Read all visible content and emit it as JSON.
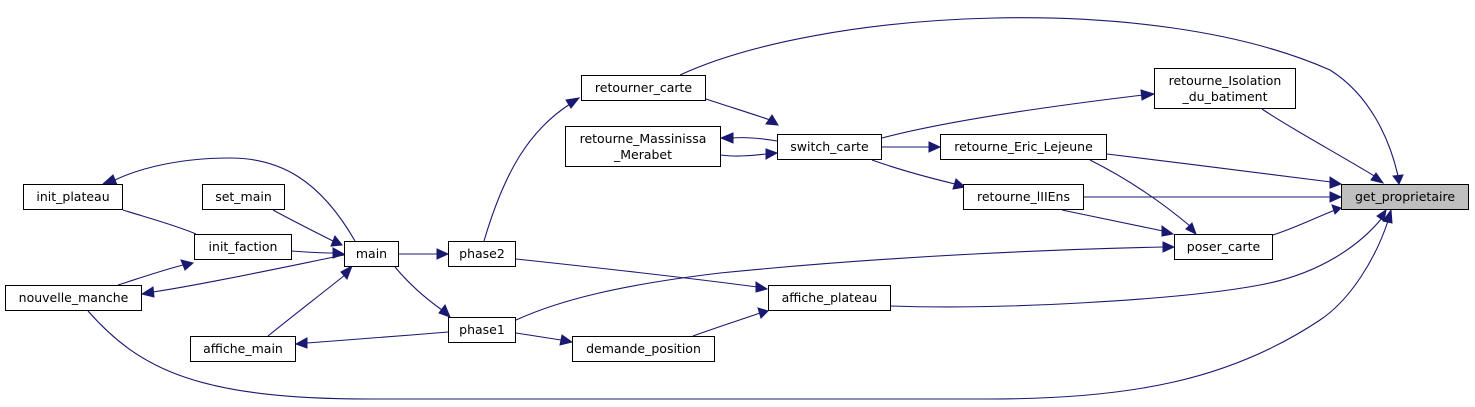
{
  "graph": {
    "nodes": {
      "get_proprietaire": {
        "label": "get_proprietaire",
        "root": true
      },
      "retourner_carte": {
        "label": "retourner_carte"
      },
      "retourne_isolation": {
        "label": "retourne_Isolation\n_du_batiment"
      },
      "retourne_massinissa": {
        "label": "retourne_Massinissa\n_Merabet"
      },
      "switch_carte": {
        "label": "switch_carte"
      },
      "retourne_eric": {
        "label": "retourne_Eric_Lejeune"
      },
      "retourne_liiens": {
        "label": "retourne_lIIEns"
      },
      "init_plateau": {
        "label": "init_plateau"
      },
      "set_main": {
        "label": "set_main"
      },
      "init_faction": {
        "label": "init_faction"
      },
      "main": {
        "label": "main"
      },
      "phase2": {
        "label": "phase2"
      },
      "poser_carte": {
        "label": "poser_carte"
      },
      "nouvelle_manche": {
        "label": "nouvelle_manche"
      },
      "affiche_plateau": {
        "label": "affiche_plateau"
      },
      "phase1": {
        "label": "phase1"
      },
      "affiche_main": {
        "label": "affiche_main"
      },
      "demande_position": {
        "label": "demande_position"
      }
    },
    "edges": [
      [
        "retourner_carte",
        "get_proprietaire"
      ],
      [
        "retourne_isolation",
        "get_proprietaire"
      ],
      [
        "retourne_eric",
        "get_proprietaire"
      ],
      [
        "retourne_liiens",
        "get_proprietaire"
      ],
      [
        "poser_carte",
        "get_proprietaire"
      ],
      [
        "affiche_plateau",
        "get_proprietaire"
      ],
      [
        "nouvelle_manche",
        "get_proprietaire"
      ],
      [
        "switch_carte",
        "retourne_isolation"
      ],
      [
        "switch_carte",
        "retourne_eric"
      ],
      [
        "switch_carte",
        "retourne_liiens"
      ],
      [
        "retourner_carte",
        "switch_carte"
      ],
      [
        "switch_carte",
        "retourne_massinissa"
      ],
      [
        "retourne_massinissa",
        "switch_carte"
      ],
      [
        "phase2",
        "retourner_carte"
      ],
      [
        "retourne_eric",
        "poser_carte"
      ],
      [
        "retourne_liiens",
        "poser_carte"
      ],
      [
        "phase1",
        "poser_carte"
      ],
      [
        "phase2",
        "affiche_plateau"
      ],
      [
        "demande_position",
        "affiche_plateau"
      ],
      [
        "phase1",
        "demande_position"
      ],
      [
        "main",
        "phase2"
      ],
      [
        "main",
        "phase1"
      ],
      [
        "phase1",
        "affiche_main"
      ],
      [
        "affiche_main",
        "main"
      ],
      [
        "init_faction",
        "main"
      ],
      [
        "set_main",
        "main"
      ],
      [
        "main",
        "init_plateau"
      ],
      [
        "main",
        "nouvelle_manche"
      ],
      [
        "init_faction",
        "init_plateau"
      ],
      [
        "nouvelle_manche",
        "init_faction"
      ]
    ]
  }
}
